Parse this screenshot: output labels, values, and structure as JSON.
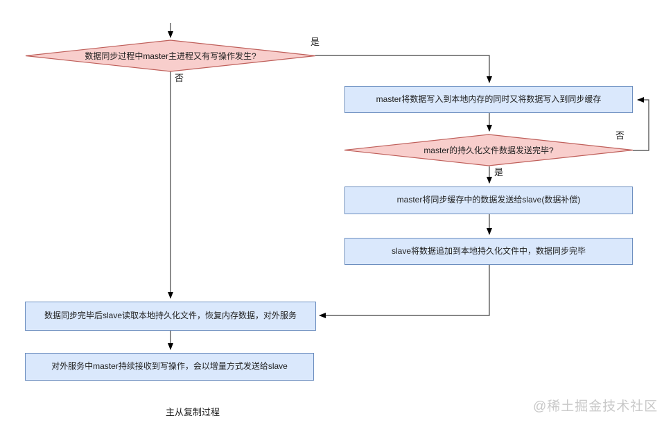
{
  "diagram": {
    "caption": "主从复制过程",
    "watermark": "@稀土掘金技术社区",
    "colors": {
      "decision_fill": "#f8cecc",
      "decision_border": "#bf5f5a",
      "process_fill": "#dae8fc",
      "process_border": "#6c8ebf",
      "connector": "#424242",
      "arrowhead": "#000000",
      "text": "#222222",
      "watermark": "#c9c9c9",
      "background": "#ffffff"
    },
    "nodes": {
      "decision_write_during_sync": "数据同步过程中master主进程又有写操作发生?",
      "process_write_memory_and_cache": "master将数据写入到本地内存的同时又将数据写入到同步缓存",
      "decision_persist_file_sent": "master的持久化文件数据发送完毕?",
      "process_send_cache_to_slave": "master将同步缓存中的数据发送给slave(数据补偿)",
      "process_slave_append_file": "slave将数据追加到本地持久化文件中，数据同步完毕",
      "process_slave_restore_serve": "数据同步完毕后slave读取本地持久化文件，恢复内存数据，对外服务",
      "process_incremental_send": "对外服务中master持续接收到写操作，会以增量方式发送给slave"
    },
    "edge_labels": {
      "yes_from_decision1": "是",
      "no_from_decision1": "否",
      "no_loop_from_decision2": "否",
      "yes_from_decision2": "是"
    }
  }
}
